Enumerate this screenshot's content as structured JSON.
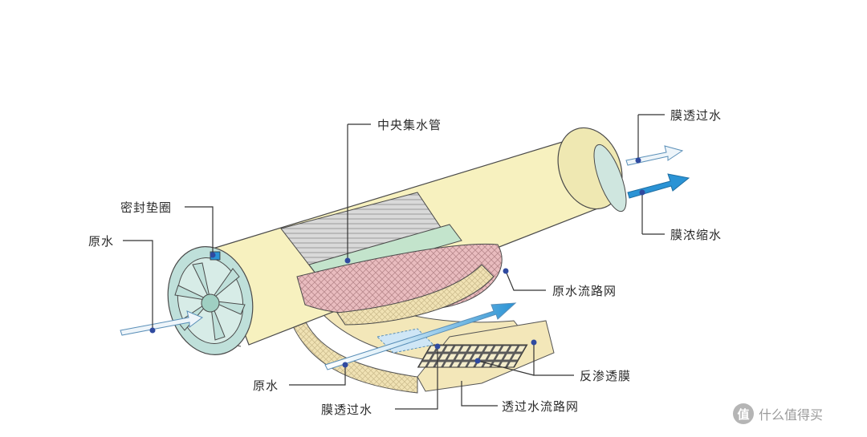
{
  "labels": {
    "central_tube": "中央集水管",
    "permeate_out": "膜透过水",
    "concentrate_out": "膜浓缩水",
    "seal_ring": "密封垫圈",
    "raw_water_inlet": "原水",
    "feed_spacer": "原水流路网",
    "ro_membrane": "反渗透膜",
    "raw_water_lower": "原水",
    "permeate_lower": "膜透过水",
    "permeate_spacer": "透过水流路网"
  },
  "watermark": {
    "badge": "值",
    "text": "什么值得买"
  },
  "colors": {
    "shell": "#f7f1bf",
    "feed_spacer": "#e8b8bb",
    "membrane": "#f3e7b9",
    "central_tube": "#c3e4cc",
    "end_cap": "#cfe6df",
    "arrow_blue": "#2a93d5",
    "arrow_light": "#eef5fa"
  }
}
